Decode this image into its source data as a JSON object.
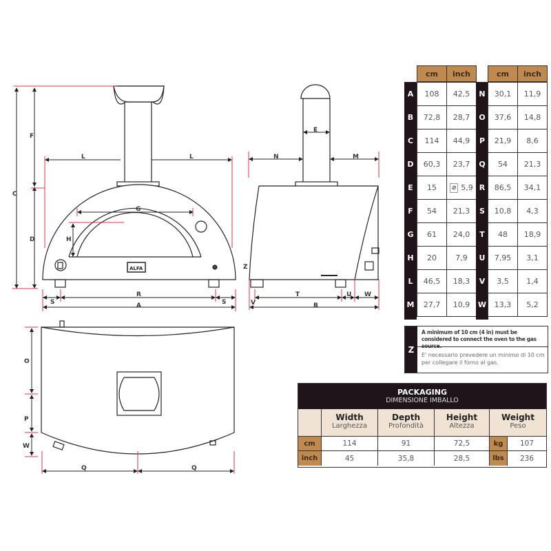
{
  "drawing": {
    "front_view_labels": {
      "C": "C",
      "F": "F",
      "D": "D",
      "L_left": "L",
      "L_right": "L",
      "G": "G",
      "H": "H",
      "R": "R",
      "A": "A",
      "S_left": "S",
      "S_right": "S",
      "logo": "ALFA"
    },
    "side_view_labels": {
      "E": "E",
      "N": "N",
      "M": "M",
      "Z": "Z",
      "T": "T",
      "U": "U",
      "W": "W",
      "V": "V",
      "B": "B"
    },
    "top_view_labels": {
      "O": "O",
      "P": "P",
      "W": "W",
      "Q_left": "Q",
      "Q_right": "Q"
    }
  },
  "dimensions": {
    "headers": {
      "cm": "cm",
      "inch": "inch"
    },
    "left": [
      {
        "label": "A",
        "cm": "108",
        "inch": "42,5"
      },
      {
        "label": "B",
        "cm": "72,8",
        "inch": "28,7"
      },
      {
        "label": "C",
        "cm": "114",
        "inch": "44,9"
      },
      {
        "label": "D",
        "cm": "60,3",
        "inch": "23,7"
      },
      {
        "label": "E",
        "cm": "15",
        "inch": "5,9",
        "symbol": "⌀"
      },
      {
        "label": "F",
        "cm": "54",
        "inch": "21,3"
      },
      {
        "label": "G",
        "cm": "61",
        "inch": "24,0"
      },
      {
        "label": "H",
        "cm": "20",
        "inch": "7,9"
      },
      {
        "label": "L",
        "cm": "46,5",
        "inch": "18,3"
      },
      {
        "label": "M",
        "cm": "27,7",
        "inch": "10,9"
      }
    ],
    "right": [
      {
        "label": "N",
        "cm": "30,1",
        "inch": "11,9"
      },
      {
        "label": "O",
        "cm": "37,6",
        "inch": "14,8"
      },
      {
        "label": "P",
        "cm": "21,9",
        "inch": "8,6"
      },
      {
        "label": "Q",
        "cm": "54",
        "inch": "21,3"
      },
      {
        "label": "R",
        "cm": "86,5",
        "inch": "34,1"
      },
      {
        "label": "S",
        "cm": "10,8",
        "inch": "4,3"
      },
      {
        "label": "T",
        "cm": "48",
        "inch": "18,9"
      },
      {
        "label": "U",
        "cm": "7,95",
        "inch": "3,1"
      },
      {
        "label": "V",
        "cm": "3,5",
        "inch": "1,4"
      },
      {
        "label": "W",
        "cm": "13,3",
        "inch": "5,2"
      }
    ]
  },
  "z_note": {
    "label": "Z",
    "english": "A minimum of 10 cm (4 in) must be considered to connect the oven to the gas source.",
    "italian": "E' necessario prevedere un minimo di 10 cm per collegare il forno al gas."
  },
  "packaging": {
    "title": "PACKAGING",
    "subtitle": "DIMENSIONE IMBALLO",
    "columns": [
      {
        "en": "Width",
        "it": "Larghezza"
      },
      {
        "en": "Depth",
        "it": "Profondità"
      },
      {
        "en": "Height",
        "it": "Altezza"
      },
      {
        "en": "Weight",
        "it": "Peso"
      }
    ],
    "rows": [
      {
        "unit": "cm",
        "width": "114",
        "depth": "91",
        "height": "72,5",
        "weight_unit": "kg",
        "weight": "107"
      },
      {
        "unit": "inch",
        "width": "45",
        "depth": "35,8",
        "height": "28,5",
        "weight_unit": "lbs",
        "weight": "236"
      }
    ]
  },
  "colors": {
    "header_tan": "#c0894f",
    "label_dark": "#1e1419",
    "packaging_header_bg": "#f0e3d3",
    "dimension_red": "#e0304a"
  }
}
